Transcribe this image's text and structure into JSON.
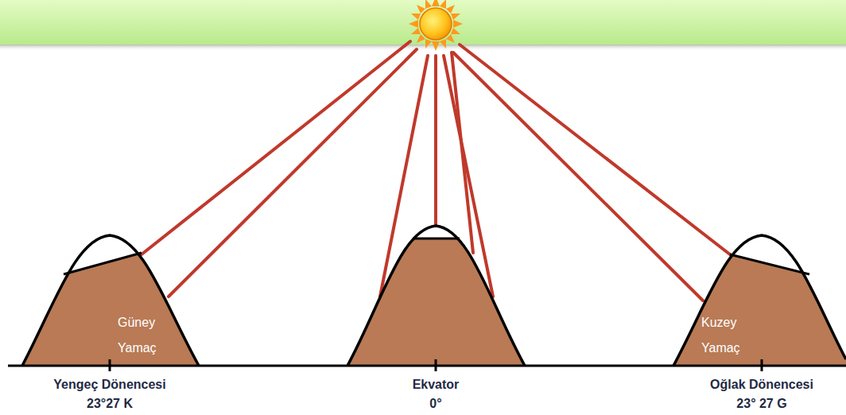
{
  "diagram": {
    "labels": [
      "Güney Yamaç",
      "Kuzey Yamaç",
      "Yengeç Dönencesi",
      "23°27 K",
      "Ekvator",
      "0°",
      "Oğlak Dönencesi",
      "23° 27 G"
    ]
  }
}
